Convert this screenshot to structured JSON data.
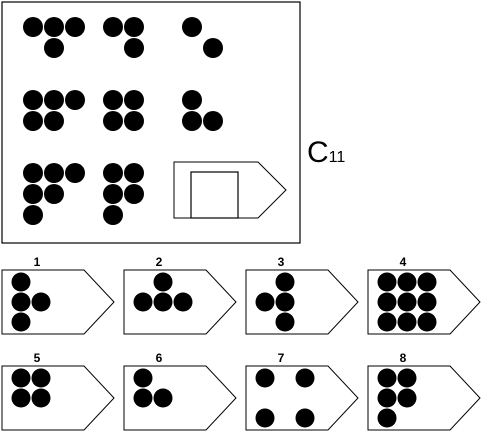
{
  "puzzle": {
    "label": "C",
    "number": "11",
    "matrix": [
      [
        {
          "dots": [
            [
              0,
              0
            ],
            [
              1,
              0
            ],
            [
              2,
              0
            ],
            [
              1,
              1
            ]
          ]
        },
        {
          "dots": [
            [
              0,
              0
            ],
            [
              1,
              0
            ],
            [
              1,
              1
            ]
          ]
        },
        {
          "dots": [
            [
              0,
              0
            ],
            [
              1,
              1
            ]
          ]
        }
      ],
      [
        {
          "dots": [
            [
              0,
              0
            ],
            [
              1,
              0
            ],
            [
              2,
              0
            ],
            [
              0,
              1
            ],
            [
              1,
              1
            ]
          ]
        },
        {
          "dots": [
            [
              0,
              0
            ],
            [
              1,
              0
            ],
            [
              0,
              1
            ],
            [
              1,
              1
            ]
          ]
        },
        {
          "dots": [
            [
              0,
              0
            ],
            [
              0,
              1
            ],
            [
              1,
              1
            ]
          ]
        }
      ],
      [
        {
          "dots": [
            [
              0,
              0
            ],
            [
              1,
              0
            ],
            [
              2,
              0
            ],
            [
              0,
              1
            ],
            [
              1,
              1
            ],
            [
              0,
              2
            ]
          ]
        },
        {
          "dots": [
            [
              0,
              0
            ],
            [
              1,
              0
            ],
            [
              0,
              1
            ],
            [
              1,
              1
            ],
            [
              0,
              2
            ]
          ]
        },
        {
          "missing": true
        }
      ]
    ],
    "options": [
      {
        "label": "1",
        "dots": [
          [
            0,
            0
          ],
          [
            0,
            1
          ],
          [
            1,
            1
          ],
          [
            0,
            2
          ]
        ]
      },
      {
        "label": "2",
        "dots": [
          [
            1,
            0
          ],
          [
            0,
            1
          ],
          [
            1,
            1
          ],
          [
            2,
            1
          ]
        ]
      },
      {
        "label": "3",
        "dots": [
          [
            1,
            0
          ],
          [
            0,
            1
          ],
          [
            1,
            1
          ],
          [
            1,
            2
          ]
        ]
      },
      {
        "label": "4",
        "dots": [
          [
            0,
            0
          ],
          [
            1,
            0
          ],
          [
            2,
            0
          ],
          [
            0,
            1
          ],
          [
            1,
            1
          ],
          [
            2,
            1
          ],
          [
            0,
            2
          ],
          [
            1,
            2
          ],
          [
            2,
            2
          ]
        ]
      },
      {
        "label": "5",
        "dots": [
          [
            0,
            0
          ],
          [
            1,
            0
          ],
          [
            0,
            1
          ],
          [
            1,
            1
          ]
        ]
      },
      {
        "label": "6",
        "dots": [
          [
            0,
            0
          ],
          [
            0,
            1
          ],
          [
            1,
            1
          ]
        ]
      },
      {
        "label": "7",
        "dots": [
          [
            0,
            0
          ],
          [
            2,
            0
          ],
          [
            0,
            2
          ],
          [
            2,
            2
          ]
        ]
      },
      {
        "label": "8",
        "dots": [
          [
            0,
            0
          ],
          [
            1,
            0
          ],
          [
            0,
            1
          ],
          [
            1,
            1
          ],
          [
            0,
            2
          ]
        ]
      }
    ]
  }
}
